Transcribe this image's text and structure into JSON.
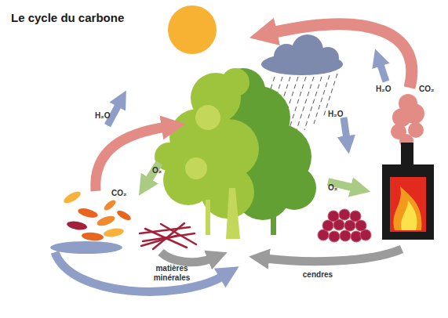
{
  "diagram": {
    "title": "Le cycle du carbone",
    "labels": [
      "H₂O",
      "CO₂",
      "O₂",
      "H₂O",
      "O₂",
      "H₂O",
      "CO₂",
      "matières minérales",
      "cendres"
    ]
  }
}
